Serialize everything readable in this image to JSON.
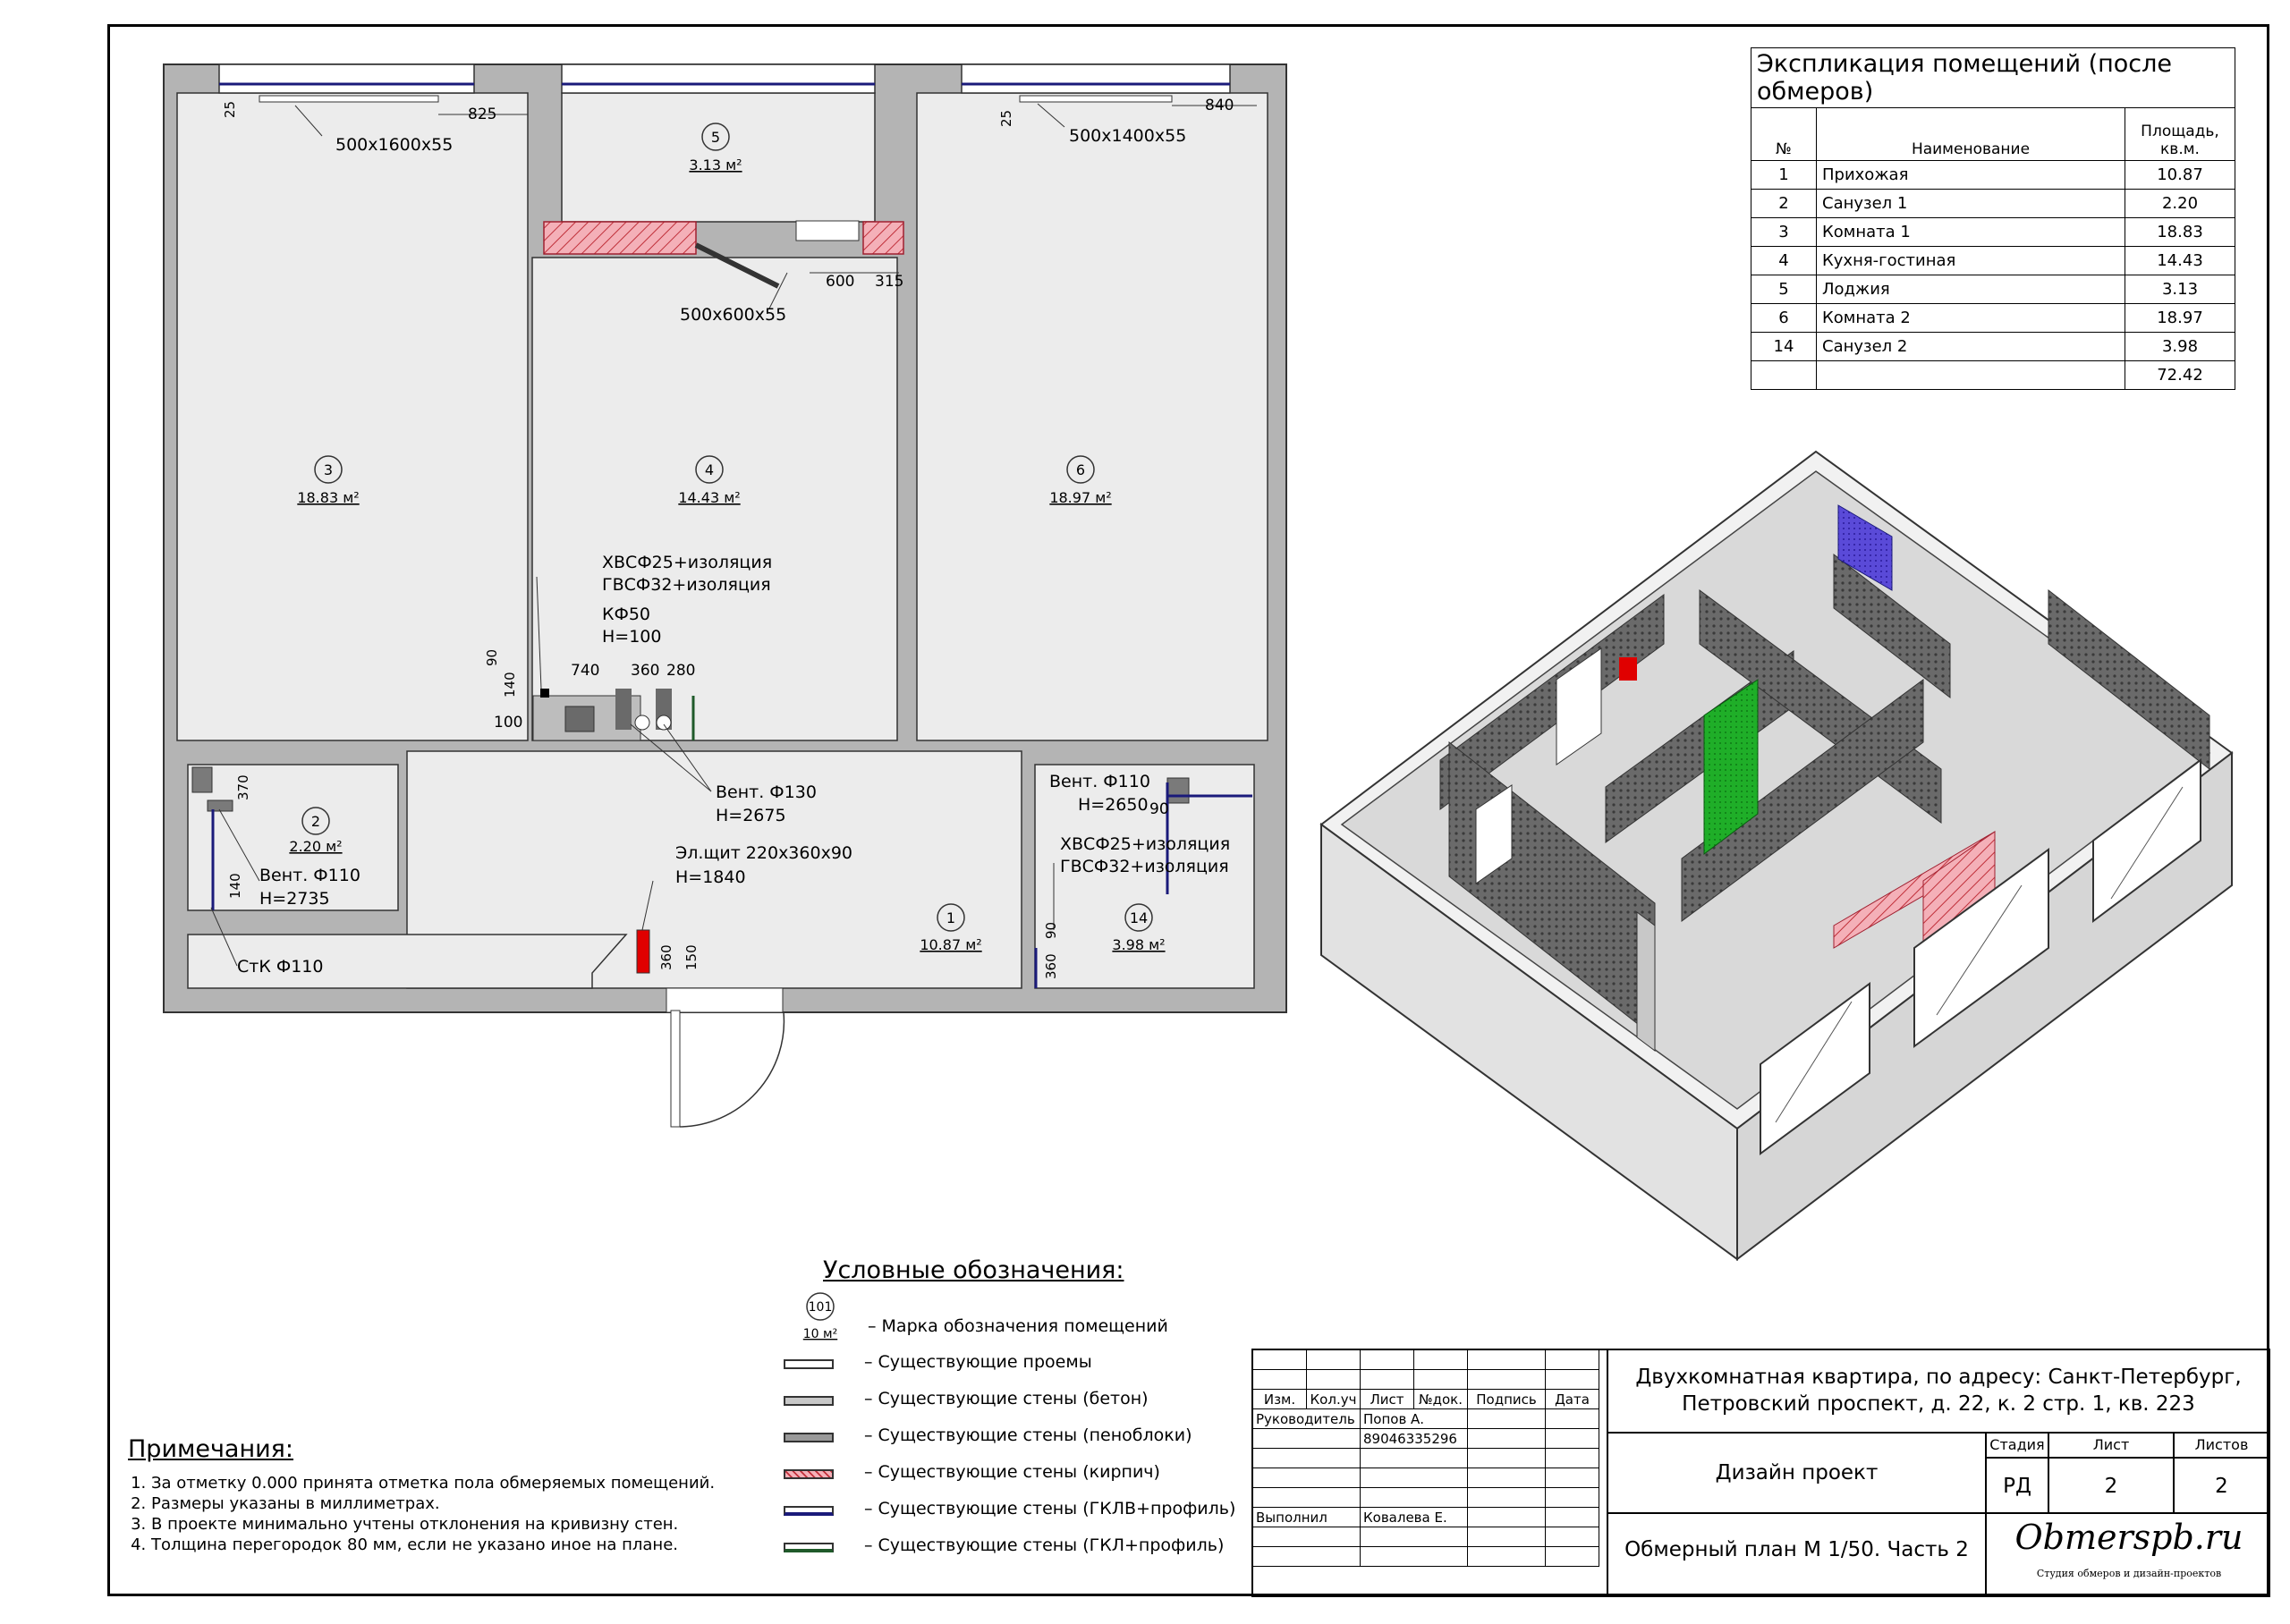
{
  "explication": {
    "title": "Экспликация помещений (после обмеров)",
    "headers": {
      "no": "№",
      "name": "Наименование",
      "area_l1": "Площадь,",
      "area_l2": "кв.м."
    },
    "rows": [
      {
        "no": "1",
        "name": "Прихожая",
        "area": "10.87"
      },
      {
        "no": "2",
        "name": "Санузел 1",
        "area": "2.20"
      },
      {
        "no": "3",
        "name": "Комната 1",
        "area": "18.83"
      },
      {
        "no": "4",
        "name": "Кухня-гостиная",
        "area": "14.43"
      },
      {
        "no": "5",
        "name": "Лоджия",
        "area": "3.13"
      },
      {
        "no": "6",
        "name": "Комната 2",
        "area": "18.97"
      },
      {
        "no": "14",
        "name": "Санузел 2",
        "area": "3.98"
      }
    ],
    "total": "72.42"
  },
  "rooms": [
    {
      "no": "3",
      "area": "18.83 м²"
    },
    {
      "no": "4",
      "area": "14.43 м²"
    },
    {
      "no": "6",
      "area": "18.97 м²"
    },
    {
      "no": "5",
      "area": "3.13 м²"
    },
    {
      "no": "2",
      "area": "2.20 м²"
    },
    {
      "no": "1",
      "area": "10.87 м²"
    },
    {
      "no": "14",
      "area": "3.98 м²"
    }
  ],
  "plan_labels": {
    "rad1": "500х1600х55",
    "rad2": "500х1400х55",
    "rad3": "500х600х55",
    "d825": "825",
    "d840": "840",
    "d25a": "25",
    "d25b": "25",
    "d600": "600",
    "d315": "315",
    "pipes1_l1": "ХВСФ25+изоляция",
    "pipes1_l2": "ГВСФ32+изоляция",
    "k50_l1": "КФ50",
    "k50_l2": "H=100",
    "d90": "90",
    "d140": "140",
    "d100": "100",
    "d740": "740",
    "d360": "360",
    "d280": "280",
    "vent130_l1": "Вент. Ф130",
    "vent130_l2": "H=2675",
    "vent110a_l1": "Вент. Ф110",
    "vent110a_l2": "H=2650",
    "d90b": "90",
    "pipes2_l1": "ХВСФ25+изоляция",
    "pipes2_l2": "ГВСФ32+изоляция",
    "d370": "370",
    "d140b": "140",
    "vent110b_l1": "Вент. Ф110",
    "vent110b_l2": "H=2735",
    "elshield_l1": "Эл.щит 220х360х90",
    "elshield_l2": "H=1840",
    "stk": "СтК Ф110",
    "d360b": "360",
    "d150": "150",
    "d90c": "90",
    "d360c": "360"
  },
  "legend": {
    "title": "Условные обозначения:",
    "mark_no": "101",
    "mark_area": "10 м²",
    "items": [
      {
        "label": "– Марка обозначения помещений"
      },
      {
        "label": "– Существующие проемы",
        "color": "#ffffff"
      },
      {
        "label": "– Существующие стены (бетон)",
        "color": "#c8c8c8"
      },
      {
        "label": "– Существующие стены (пеноблоки)",
        "color": "#9a9a9a"
      },
      {
        "label": "– Существующие стены (кирпич)",
        "color": "#f2a8b0"
      },
      {
        "label": "– Существующие стены (ГКЛВ+профиль)",
        "color": "#1a1a7a"
      },
      {
        "label": "– Существующие стены (ГКЛ+профиль)",
        "color": "#1f5a2a"
      }
    ]
  },
  "notes": {
    "title": "Примечания:",
    "items": [
      "За отметку 0.000 принята отметка пола обмеряемых помещений.",
      "Размеры указаны в миллиметрах.",
      "В проекте минимально учтены отклонения на кривизну стен.",
      "Толщина перегородок 80 мм, если не указано иное на плане."
    ]
  },
  "title_block": {
    "cols": [
      "Изм.",
      "Кол.уч",
      "Лист",
      "№док.",
      "Подпись",
      "Дата"
    ],
    "lead_role": "Руководитель",
    "lead_name": "Попов А.",
    "phone": "89046335296",
    "exec_role": "Выполнил",
    "exec_name": "Ковалева Е.",
    "address_l1": "Двухкомнатная квартира, по адресу: Санкт-Петербург,",
    "address_l2": "Петровский проспект, д. 22, к. 2 стр. 1, кв. 223",
    "project": "Дизайн проект",
    "sheet_title": "Обмерный план М 1/50. Часть 2",
    "stage_label": "Стадия",
    "sheet_label": "Лист",
    "sheets_label": "Листов",
    "stage": "РД",
    "sheet": "2",
    "sheets": "2",
    "brand": "Obmerspb.ru",
    "brand_sub": "Студия обмеров и дизайн-проектов"
  }
}
